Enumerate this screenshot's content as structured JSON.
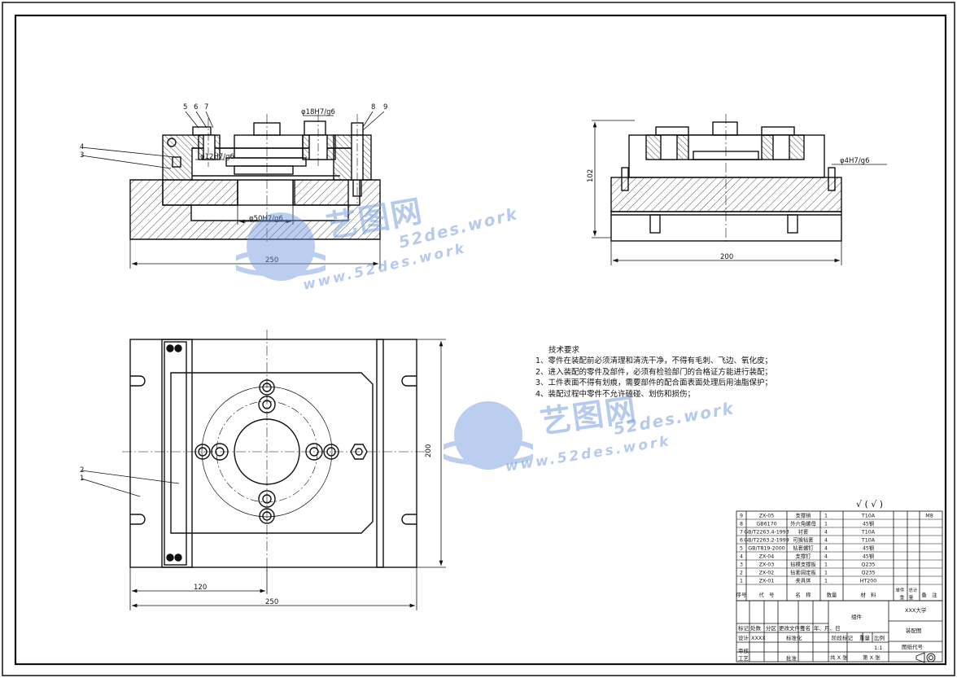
{
  "dims": {
    "front_width": "250",
    "side_width": "200",
    "side_height": "102",
    "top_width": "250",
    "top_offset": "120",
    "top_height": "200"
  },
  "fits": {
    "bore_main": "φ50H7/g6",
    "bore_upper": "φ18H7/g6",
    "bore_small": "φ12H7/g6",
    "pin_side": "φ4H7/g6"
  },
  "balloons": {
    "front": [
      "5",
      "6",
      "7",
      "8",
      "9",
      "4",
      "3"
    ],
    "top": [
      "2",
      "1"
    ]
  },
  "tech_requirements": {
    "title": "技术要求",
    "items": [
      "1、零件在装配前必须清理和清洗干净，不得有毛刺、飞边、氧化皮；",
      "2、进入装配的零件及部件，必须有检验部门的合格证方能进行装配；",
      "3、工件表面不得有划痕，需要部件的配合面表面处理后用油脂保护；",
      "4、装配过程中零件不允许磕碰、划伤和损伤；"
    ]
  },
  "roughness_symbol": "√ ( √ )",
  "bom": {
    "rows": [
      {
        "no": "9",
        "code": "ZX-05",
        "name": "支撑销",
        "qty": "1",
        "material": "T10A",
        "note": "M8"
      },
      {
        "no": "8",
        "code": "GB6170",
        "name": "外六角螺母",
        "qty": "1",
        "material": "45钢",
        "note": ""
      },
      {
        "no": "7",
        "code": "GB/T2263.4-1993",
        "name": "衬套",
        "qty": "4",
        "material": "T10A",
        "note": ""
      },
      {
        "no": "6",
        "code": "GB/T2263.2-1999",
        "name": "可换钻套",
        "qty": "4",
        "material": "T10A",
        "note": ""
      },
      {
        "no": "5",
        "code": "GB/T819-2000",
        "name": "钻套螺钉",
        "qty": "4",
        "material": "45钢",
        "note": ""
      },
      {
        "no": "4",
        "code": "ZX-04",
        "name": "支撑钉",
        "qty": "4",
        "material": "45钢",
        "note": ""
      },
      {
        "no": "3",
        "code": "ZX-03",
        "name": "钻模支撑板",
        "qty": "1",
        "material": "Q235",
        "note": ""
      },
      {
        "no": "2",
        "code": "ZX-02",
        "name": "钻套固定板",
        "qty": "1",
        "material": "Q235",
        "note": ""
      },
      {
        "no": "1",
        "code": "ZX-01",
        "name": "夹具体",
        "qty": "1",
        "material": "HT200",
        "note": ""
      }
    ],
    "header": {
      "no": "序号",
      "code": "代　号",
      "name": "名　称",
      "qty": "数量",
      "material": "材　料",
      "unit_weight": "单件",
      "total_weight": "总计",
      "weight": "重　量",
      "note": "备　注"
    }
  },
  "title_block": {
    "group": "组件",
    "school": "XXX大学",
    "drawing_name": "装配图",
    "drawing_no_label": "图纸代号",
    "scale": "1:1",
    "stage_label": "阶段标记",
    "weight_label": "重量",
    "scale_label": "比例",
    "sheet_label": "共 X 张",
    "sheet_no_label": "第 X 张",
    "design_label": "设计",
    "designer": "XXXX",
    "std_label": "标准化",
    "check_label": "审核",
    "process_label": "工艺",
    "approve_label": "批准",
    "mark_label": "标记",
    "count_label": "处数",
    "zone_label": "分区",
    "change_doc_label": "更改文件号",
    "sign_label": "签名",
    "date_label": "年、月、日"
  },
  "watermarks": [
    {
      "cn": "艺图网",
      "en": "52des.work",
      "url": "www.52des.work"
    },
    {
      "cn": "艺图网",
      "en": "52des.work",
      "url": "www.52des.work"
    }
  ]
}
